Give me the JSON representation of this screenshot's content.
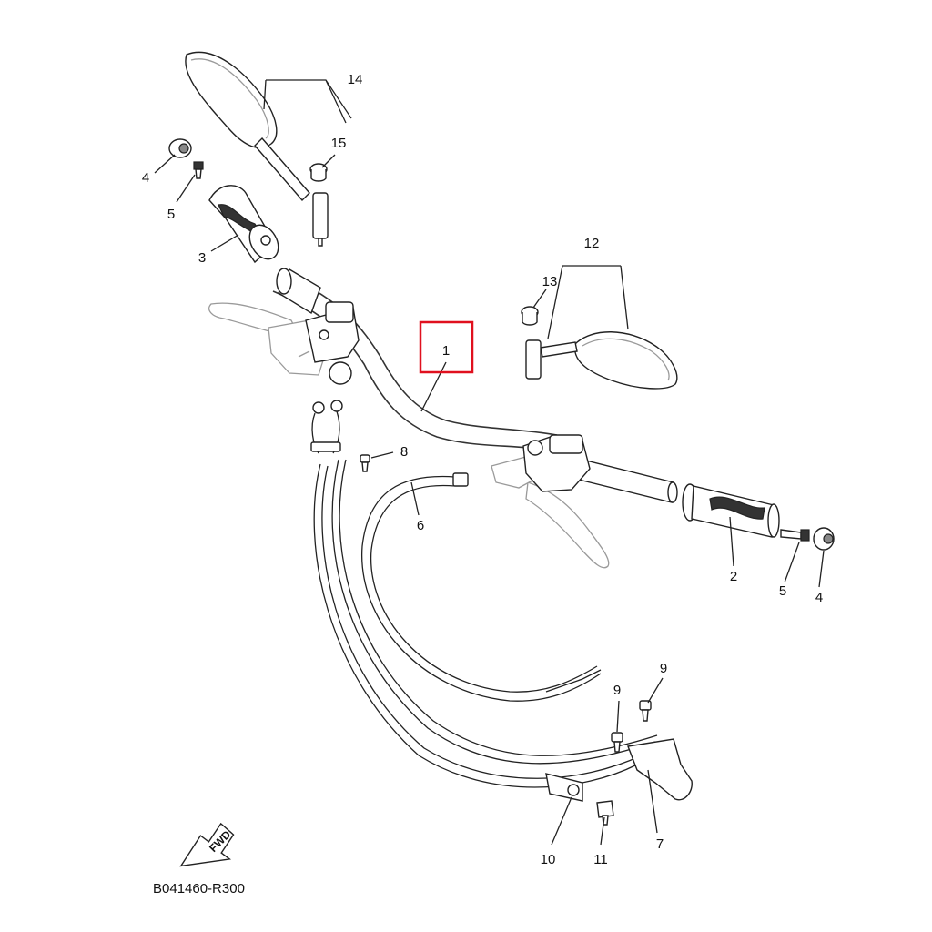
{
  "diagram": {
    "code": "B041460-R300",
    "fwd_label": "FWD",
    "highlight_color": "#e0101e",
    "callouts": {
      "c1": "1",
      "c2": "2",
      "c3": "3",
      "c4a": "4",
      "c4b": "4",
      "c5a": "5",
      "c5b": "5",
      "c6": "6",
      "c7": "7",
      "c8": "8",
      "c9a": "9",
      "c9b": "9",
      "c10": "10",
      "c11": "11",
      "c12": "12",
      "c13": "13",
      "c14": "14",
      "c15": "15"
    }
  }
}
